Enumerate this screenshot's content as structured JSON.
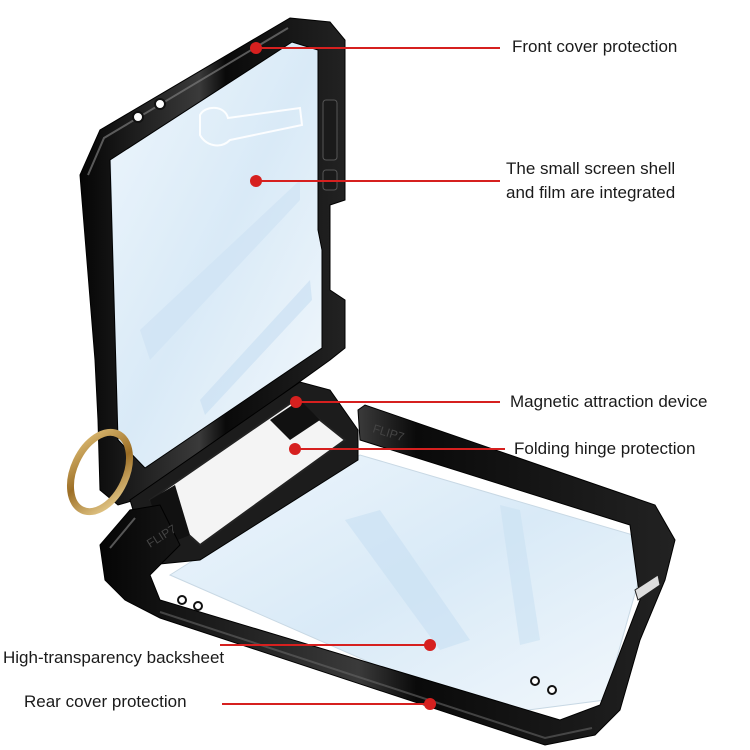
{
  "colors": {
    "accent_red": "#d6201f",
    "case_black": "#111111",
    "ring_gold": "#b88a3a",
    "glass_blue": "#dcecf8"
  },
  "product_image": {
    "icon": "phone-flip-case-icon",
    "case_engraving": "FLIP7"
  },
  "callouts": [
    {
      "id": "front-cover",
      "lines": [
        "Front cover protection"
      ]
    },
    {
      "id": "small-screen",
      "lines": [
        "The small screen shell",
        "and film are integrated"
      ]
    },
    {
      "id": "magnetic",
      "lines": [
        "Magnetic attraction device"
      ]
    },
    {
      "id": "hinge",
      "lines": [
        "Folding hinge protection"
      ]
    },
    {
      "id": "backsheet",
      "lines": [
        "High-transparency backsheet"
      ]
    },
    {
      "id": "rear-cover",
      "lines": [
        "Rear cover protection"
      ]
    }
  ]
}
